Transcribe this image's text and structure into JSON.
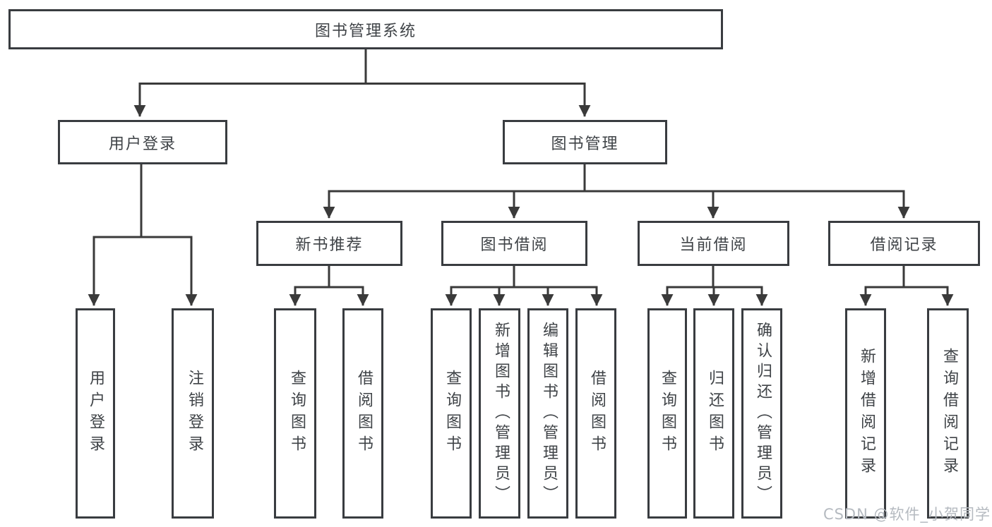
{
  "diagram": {
    "colors": {
      "line": "#3a3a3a",
      "box_border": "#393c40",
      "text": "#3f4347",
      "watermark": "#b5bac0",
      "background": "#ffffff"
    },
    "tree": {
      "label": "图书管理系统",
      "children": [
        {
          "label": "用户登录",
          "children": [
            {
              "label": "用户登录"
            },
            {
              "label": "注销登录"
            }
          ]
        },
        {
          "label": "图书管理",
          "children": [
            {
              "label": "新书推荐",
              "children": [
                {
                  "label": "查询图书"
                },
                {
                  "label": "借阅图书"
                }
              ]
            },
            {
              "label": "图书借阅",
              "children": [
                {
                  "label": "查询图书"
                },
                {
                  "label": "新增图书（管理员）"
                },
                {
                  "label": "编辑图书（管理员）"
                },
                {
                  "label": "借阅图书"
                }
              ]
            },
            {
              "label": "当前借阅",
              "children": [
                {
                  "label": "查询图书"
                },
                {
                  "label": "归还图书"
                },
                {
                  "label": "确认归还（管理员）"
                }
              ]
            },
            {
              "label": "借阅记录",
              "children": [
                {
                  "label": "新增借阅记录"
                },
                {
                  "label": "查询借阅记录"
                }
              ]
            }
          ]
        }
      ]
    },
    "watermark": {
      "text": "CSDN @软件_小贺同学"
    }
  }
}
